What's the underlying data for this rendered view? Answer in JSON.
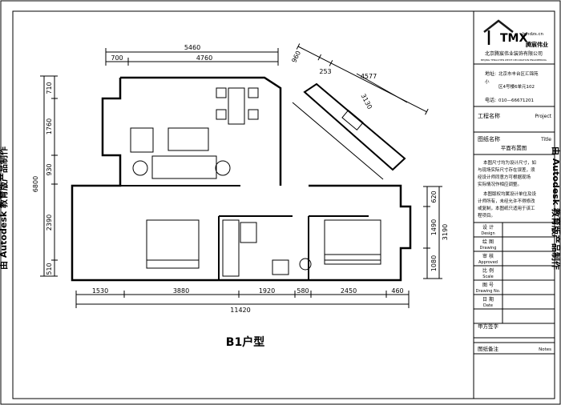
{
  "watermark_left": "由 Autodesk 教育版产品制作",
  "watermark_right": "由 Autodesk 教育版产品制作",
  "plan_title": "B1户型",
  "dims": {
    "top_total": "5460",
    "top_a": "700",
    "top_b": "4760",
    "diag_a": "960",
    "diag_b": "253",
    "diag_c": "4577",
    "diag_d": "3130",
    "left_total": "6800",
    "left_1": "710",
    "left_2": "1760",
    "left_3": "930",
    "left_4": "2390",
    "left_5": "510",
    "right_1": "620",
    "right_2": "1490",
    "right_3": "1080",
    "right_total": "3190",
    "bottom_1": "1530",
    "bottom_2": "3880",
    "bottom_3": "1920",
    "bottom_4": "580",
    "bottom_5": "2450",
    "bottom_6": "460",
    "bottom_total": "11420"
  },
  "titleblock": {
    "logo_text": "TMX",
    "logo_url": "bjhdzs.cn",
    "company": "北京腾宸伟业装饰有限公司",
    "company_en": "BEIJING TENGCHEN WEIYE DECORATION ENGINEERING",
    "brand": "腾宸伟业",
    "address_label": "地址:",
    "address_1": "北京市丰台区汇锦苑",
    "address_2": "小",
    "address_3": "区4号楼6单元102",
    "phone_label": "电话:",
    "phone": "010—66671201",
    "project_cn": "工程名称",
    "project_en": "Project",
    "drawing_name_cn": "图纸名称",
    "drawing_name_en": "Title",
    "drawing_name_value": "平面布置图",
    "notes_lines": [
      "本图尺寸均为设计尺寸，如",
      "与现场实际尺寸存在误差，须",
      "经设计师同意方可根据现场",
      "实际情况作相应调整。",
      "本图版权均属设计单位及设",
      "计师所有，未经允许不得修改",
      "或复制，本图纸只适用于该工",
      "程项目。"
    ],
    "rows": [
      {
        "cn": "设    计",
        "en": "Design"
      },
      {
        "cn": "绘    图",
        "en": "Drawing"
      },
      {
        "cn": "审    核",
        "en": "Approved"
      },
      {
        "cn": "比    例",
        "en": "Scale"
      },
      {
        "cn": "图    号",
        "en": "Drawing No."
      },
      {
        "cn": "日    期",
        "en": "Date"
      }
    ],
    "sign_label": "甲方签字",
    "remark_cn": "图纸备注",
    "remark_en": "Notes"
  },
  "colors": {
    "line": "#000000",
    "bg": "#ffffff",
    "logo": "#1a1a1a"
  }
}
